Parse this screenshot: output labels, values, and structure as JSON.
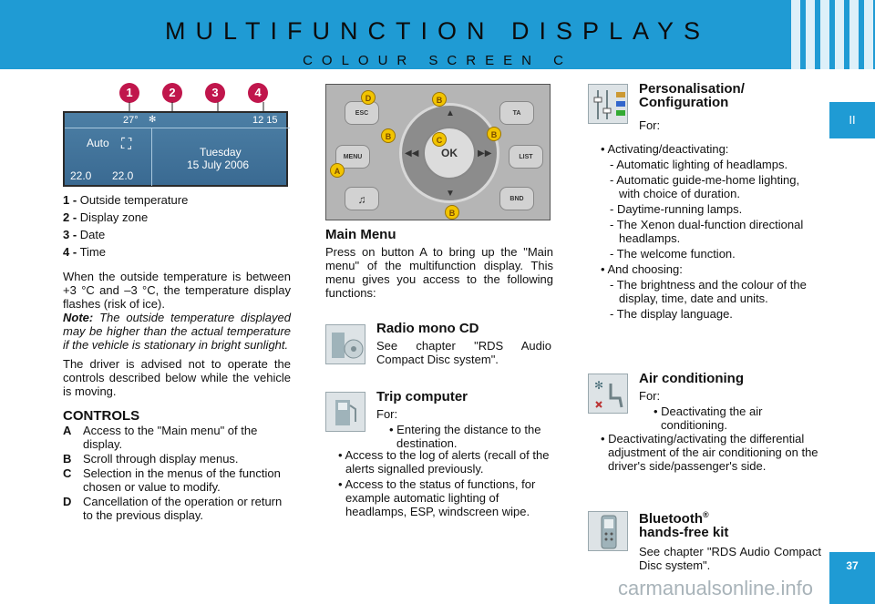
{
  "header": {
    "title": "MULTIFUNCTION DISPLAYS",
    "subtitle": "COLOUR SCREEN C"
  },
  "side_tab": "II",
  "page_number": "37",
  "callouts": [
    "1",
    "2",
    "3",
    "4"
  ],
  "screen": {
    "outside_temp": "27°",
    "time": "12 15",
    "mode": "Auto",
    "temp_left": "22.0",
    "temp_right": "22.0",
    "day": "Tuesday",
    "date": "15 July 2006"
  },
  "legend": [
    {
      "num": "1 -",
      "text": "Outside temperature"
    },
    {
      "num": "2 -",
      "text": "Display zone"
    },
    {
      "num": "3 -",
      "text": "Date"
    },
    {
      "num": "4 -",
      "text": "Time"
    }
  ],
  "temp_paragraph": "When the outside temperature is between +3 °C and –3 °C, the temperature display flashes (risk of ice).",
  "note_label": "Note:",
  "note_text": "The outside temperature displayed may be higher than the actual temperature if the vehicle is stationary in bright sunlight.",
  "driver_paragraph": "The driver is advised not to operate the controls described below while the vehicle is moving.",
  "controls": {
    "heading": "CONTROLS",
    "items": [
      {
        "key": "A",
        "text": "Access to the \"Main menu\" of the display."
      },
      {
        "key": "B",
        "text": "Scroll through display menus."
      },
      {
        "key": "C",
        "text": "Selection in the menus of the function chosen or value to modify."
      },
      {
        "key": "D",
        "text": "Cancellation of the operation or return to the previous display."
      }
    ]
  },
  "controller": {
    "esc": "ESC",
    "ta": "TA",
    "menu": "MENU",
    "list": "LIST",
    "bnd": "BND",
    "ok": "OK",
    "markers": {
      "a": "A",
      "b": "B",
      "c": "C",
      "d": "D"
    }
  },
  "main_menu": {
    "heading": "Main Menu",
    "text": "Press on button A to bring up the \"Main menu\" of the multifunction display. This menu gives you access to the following functions:"
  },
  "radio": {
    "heading": "Radio mono CD",
    "text": "See chapter \"RDS Audio Compact Disc system\"."
  },
  "trip": {
    "heading": "Trip computer",
    "for": "For:",
    "b1": "• Entering the distance to the destination.",
    "b2": "• Access to the log of alerts (recall of the alerts signalled previously.",
    "b3": "• Access to the status of functions, for example automatic lighting of headlamps, ESP, windscreen wipe."
  },
  "personal": {
    "heading1": "Personalisation/",
    "heading2": "Configuration",
    "for": "For:",
    "b1": "• Activating/deactivating:",
    "s1": "- Automatic lighting of headlamps.",
    "s2": "- Automatic guide-me-home lighting, with choice of duration.",
    "s3": "- Daytime-running lamps.",
    "s4": "- The Xenon dual-function directional headlamps.",
    "s5": "- The welcome function.",
    "b2": "• And choosing:",
    "s6": "- The brightness and the colour of the display, time, date and units.",
    "s7": "- The display language."
  },
  "air": {
    "heading": "Air conditioning",
    "for": "For:",
    "b1": "• Deactivating the air conditioning.",
    "b2": "• Deactivating/activating the differential adjustment of the air conditioning on the driver's side/passenger's side."
  },
  "bluetooth": {
    "heading1": "Bluetooth",
    "reg": "®",
    "heading2": "hands-free kit",
    "text": "See chapter \"RDS Audio Compact Disc system\"."
  },
  "watermark": "carmanualsonline.info",
  "colors": {
    "accent": "#1f9bd4",
    "callout": "#c0164c",
    "marker": "#f2c400"
  }
}
